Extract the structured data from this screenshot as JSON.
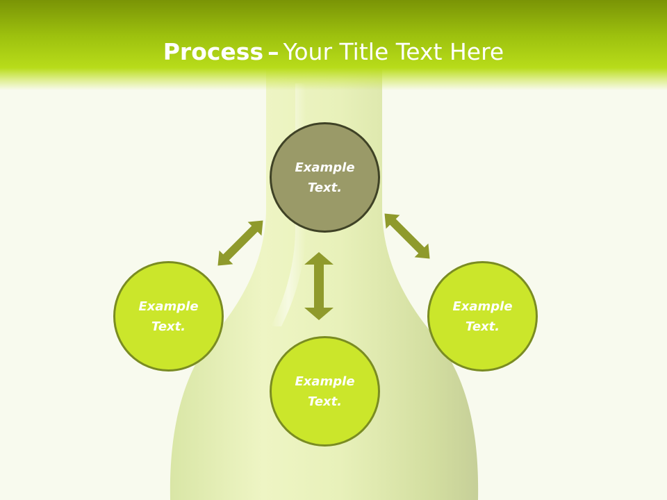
{
  "title": {
    "bold": "Process",
    "separator": "–",
    "rest": "Your Title Text Here"
  },
  "nodes": {
    "top": {
      "line1": "Example",
      "line2": "Text."
    },
    "left": {
      "line1": "Example",
      "line2": "Text."
    },
    "right": {
      "line1": "Example",
      "line2": "Text."
    },
    "bottom": {
      "line1": "Example",
      "line2": "Text."
    }
  },
  "colors": {
    "header": "#9dc10e",
    "node_fill": "#cbe62b",
    "center_fill": "#9a9a68",
    "arrow": "#8f9a2c",
    "background": "#f8faee"
  }
}
